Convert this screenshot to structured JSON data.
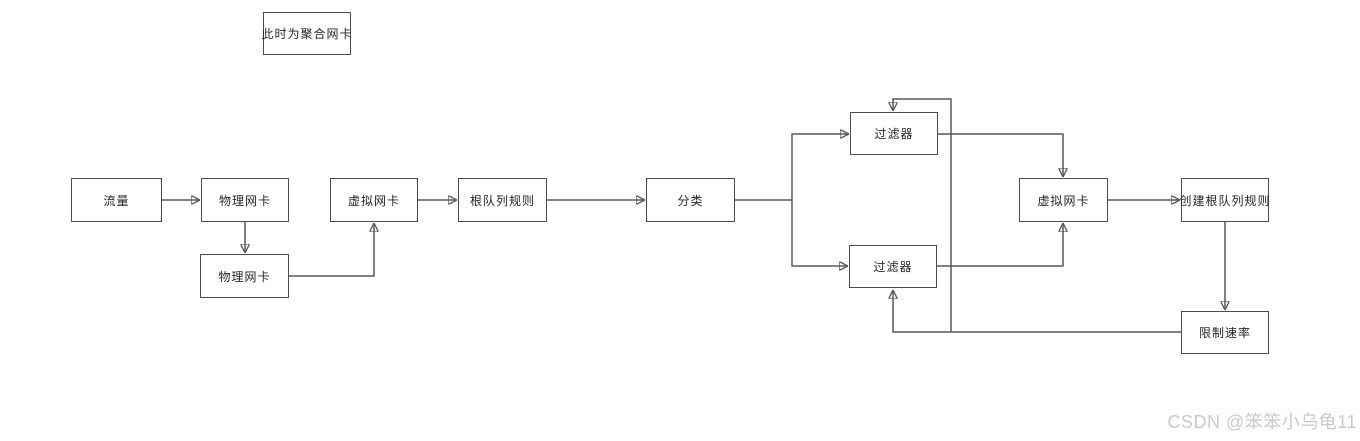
{
  "note": {
    "label": "此时为聚合网卡"
  },
  "nodes": [
    {
      "id": "traffic",
      "label": "流量"
    },
    {
      "id": "physical-nic-1",
      "label": "物理网卡"
    },
    {
      "id": "physical-nic-2",
      "label": "物理网卡"
    },
    {
      "id": "virtual-nic-1",
      "label": "虚拟网卡"
    },
    {
      "id": "root-queue-rule",
      "label": "根队列规则"
    },
    {
      "id": "classify",
      "label": "分类"
    },
    {
      "id": "filter-top",
      "label": "过滤器"
    },
    {
      "id": "filter-bottom",
      "label": "过滤器"
    },
    {
      "id": "virtual-nic-2",
      "label": "虚拟网卡"
    },
    {
      "id": "create-root-queue-rule",
      "label": "创建根队列规则"
    },
    {
      "id": "rate-limit",
      "label": "限制速率"
    }
  ],
  "watermark": {
    "text": "CSDN @笨笨小乌龟11"
  },
  "colors": {
    "background": "#ffffff",
    "box_border": "#4d4d4d",
    "box_fill": "#ffffff",
    "line": "#595959",
    "text": "#262626",
    "watermark": "#c9c9c9"
  }
}
